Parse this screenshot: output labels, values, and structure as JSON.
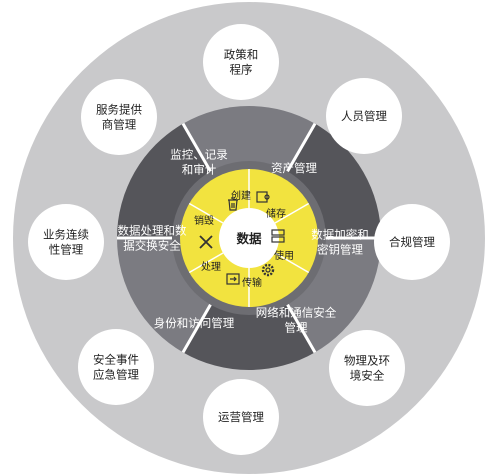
{
  "center": {
    "label": "数据"
  },
  "lifecycle": [
    {
      "id": "create",
      "label": "创建",
      "icon": "puzzle-icon"
    },
    {
      "id": "store",
      "label": "储存",
      "icon": "storage-icon"
    },
    {
      "id": "use",
      "label": "使用",
      "icon": "gear-icon"
    },
    {
      "id": "transfer",
      "label": "传输",
      "icon": "transfer-icon"
    },
    {
      "id": "process",
      "label": "处理",
      "icon": "tools-icon"
    },
    {
      "id": "destroy",
      "label": "销毁",
      "icon": "trash-icon"
    }
  ],
  "ring": [
    {
      "id": "monitor-audit",
      "lines": [
        "监控、记录",
        "和审计"
      ]
    },
    {
      "id": "asset-mgmt",
      "lines": [
        "资产管理"
      ]
    },
    {
      "id": "crypto-key",
      "lines": [
        "数据加密和",
        "密钥管理"
      ]
    },
    {
      "id": "network-comm",
      "lines": [
        "网络和通信安全",
        "管理"
      ]
    },
    {
      "id": "identity-access",
      "lines": [
        "身份和访问管理"
      ]
    },
    {
      "id": "data-process-exchange",
      "lines": [
        "数据处理和数",
        "据交换安全"
      ]
    }
  ],
  "outer": [
    {
      "id": "policy",
      "lines": [
        "政策和",
        "程序"
      ]
    },
    {
      "id": "personnel",
      "lines": [
        "人员管理"
      ]
    },
    {
      "id": "compliance",
      "lines": [
        "合规管理"
      ]
    },
    {
      "id": "physical-env",
      "lines": [
        "物理及环",
        "境安全"
      ]
    },
    {
      "id": "operations",
      "lines": [
        "运营管理"
      ]
    },
    {
      "id": "incident",
      "lines": [
        "安全事件",
        "应急管理"
      ]
    },
    {
      "id": "continuity",
      "lines": [
        "业务连续",
        "性管理"
      ]
    },
    {
      "id": "service",
      "lines": [
        "服务提供",
        "商管理"
      ]
    }
  ],
  "colors": {
    "outer_disc": "#c9c9cb",
    "ring_light": "#7b7b81",
    "ring_dark": "#55555a",
    "band": "#6d6d72",
    "yellow": "#f2e33f",
    "white": "#ffffff",
    "divider": "#ffffff"
  }
}
